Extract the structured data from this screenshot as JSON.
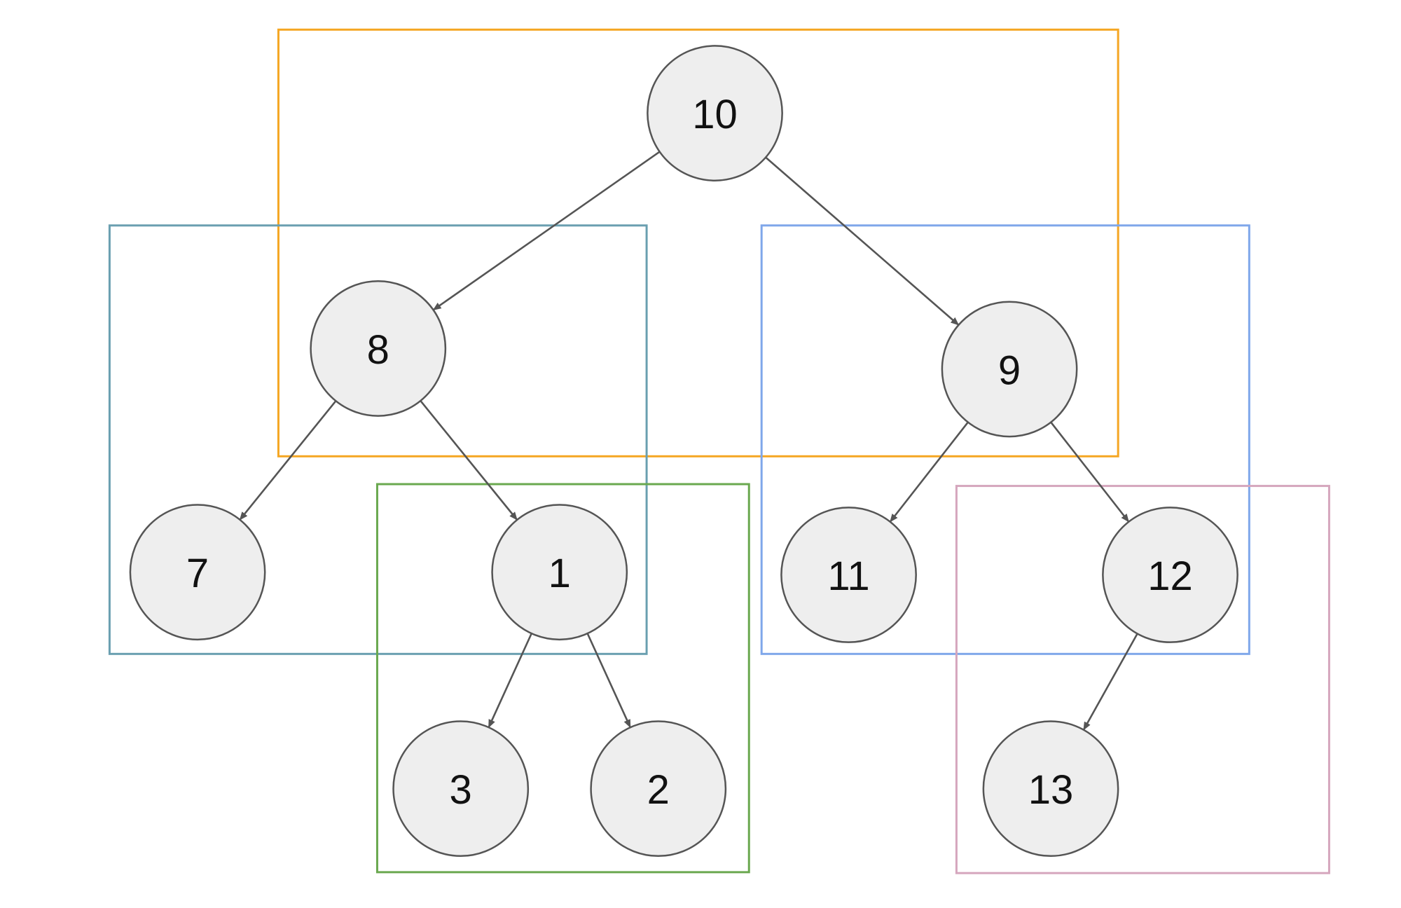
{
  "colors": {
    "node_fill": "#eeeeee",
    "node_stroke": "#555555",
    "edge": "#555555",
    "box_orange": "#f5a623",
    "box_teal": "#6a9fb0",
    "box_blue": "#7fa7ea",
    "box_green": "#6aa84f",
    "box_pink": "#d5a6bd"
  },
  "tree": {
    "nodes": [
      {
        "id": "n10",
        "label": "10"
      },
      {
        "id": "n8",
        "label": "8"
      },
      {
        "id": "n9",
        "label": "9"
      },
      {
        "id": "n7",
        "label": "7"
      },
      {
        "id": "n1",
        "label": "1"
      },
      {
        "id": "n11",
        "label": "11"
      },
      {
        "id": "n12",
        "label": "12"
      },
      {
        "id": "n3",
        "label": "3"
      },
      {
        "id": "n2",
        "label": "2"
      },
      {
        "id": "n13",
        "label": "13"
      }
    ],
    "edges": [
      {
        "from": "n10",
        "to": "n8"
      },
      {
        "from": "n10",
        "to": "n9"
      },
      {
        "from": "n8",
        "to": "n7"
      },
      {
        "from": "n8",
        "to": "n1"
      },
      {
        "from": "n9",
        "to": "n11"
      },
      {
        "from": "n9",
        "to": "n12"
      },
      {
        "from": "n1",
        "to": "n3"
      },
      {
        "from": "n1",
        "to": "n2"
      },
      {
        "from": "n12",
        "to": "n13"
      }
    ],
    "groups": [
      {
        "id": "group-orange",
        "color_key": "box_orange"
      },
      {
        "id": "group-teal",
        "color_key": "box_teal"
      },
      {
        "id": "group-blue",
        "color_key": "box_blue"
      },
      {
        "id": "group-green",
        "color_key": "box_green"
      },
      {
        "id": "group-pink",
        "color_key": "box_pink"
      }
    ]
  }
}
